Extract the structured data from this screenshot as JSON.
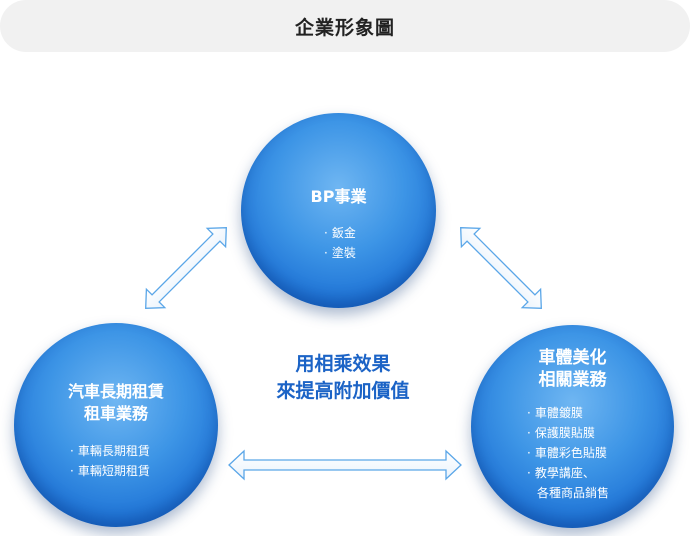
{
  "header": {
    "title": "企業形象圖"
  },
  "center": {
    "line1": "用相乘效果",
    "line2": "來提高附加價值"
  },
  "nodes": {
    "bp": {
      "title": "BP事業",
      "items": [
        "鈑金",
        "塗裝"
      ]
    },
    "rental": {
      "title_line1": "汽車長期租賃",
      "title_line2": "租車業務",
      "items": [
        "車輛長期租賃",
        "車輛短期租賃"
      ]
    },
    "beauty": {
      "title_line1": "車體美化",
      "title_line2": "相關業務",
      "items": [
        "車體鍍膜",
        "保護膜貼膜",
        "車體彩色貼膜",
        "教學講座、"
      ],
      "item_cont": "各種商品銷售"
    }
  },
  "colors": {
    "circle": "#2b85e0",
    "arrow_stroke": "#5aa6e8",
    "center_text": "#1b63c6"
  }
}
